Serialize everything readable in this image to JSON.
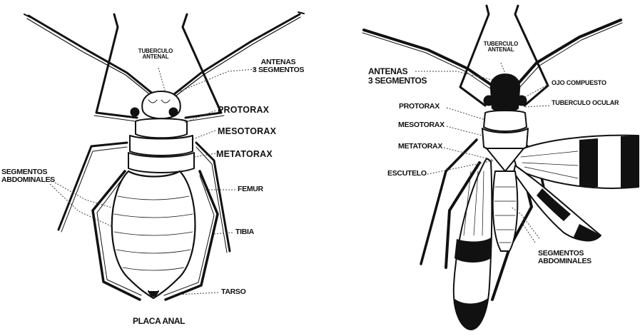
{
  "left_figure": {
    "labels": {
      "tuberculo_antenal": "TUBERCULO\nANTENAL",
      "antenas": "ANTENAS\n3 SEGMENTOS",
      "protorax": "PROTORAX",
      "mesotorax": "MESOTORAX",
      "metatorax": "METATORAX",
      "segmentos_abdominales": "SEGMENTOS\nABDOMINALES",
      "femur": "FEMUR",
      "tibia": "TIBIA",
      "tarso": "TARSO",
      "placa_anal": "PLACA ANAL"
    }
  },
  "right_figure": {
    "labels": {
      "tuberculo_antenal": "TUBERCULO\nANTENAL",
      "antenas": "ANTENAS\n3 SEGMENTOS",
      "ojo_compuesto": "OJO COMPUESTO",
      "tuberculo_ocular": "TUBERCULO OCULAR",
      "protorax": "PROTORAX",
      "mesotorax": "MESOTORAX",
      "metatorax": "METATORAX",
      "escutelo": "ESCUTELO",
      "segmentos_abdominales": "SEGMENTOS\nABDOMINALES"
    }
  },
  "colors": {
    "ink": "#111111",
    "leader": "#444444",
    "paper": "#ffffff"
  }
}
